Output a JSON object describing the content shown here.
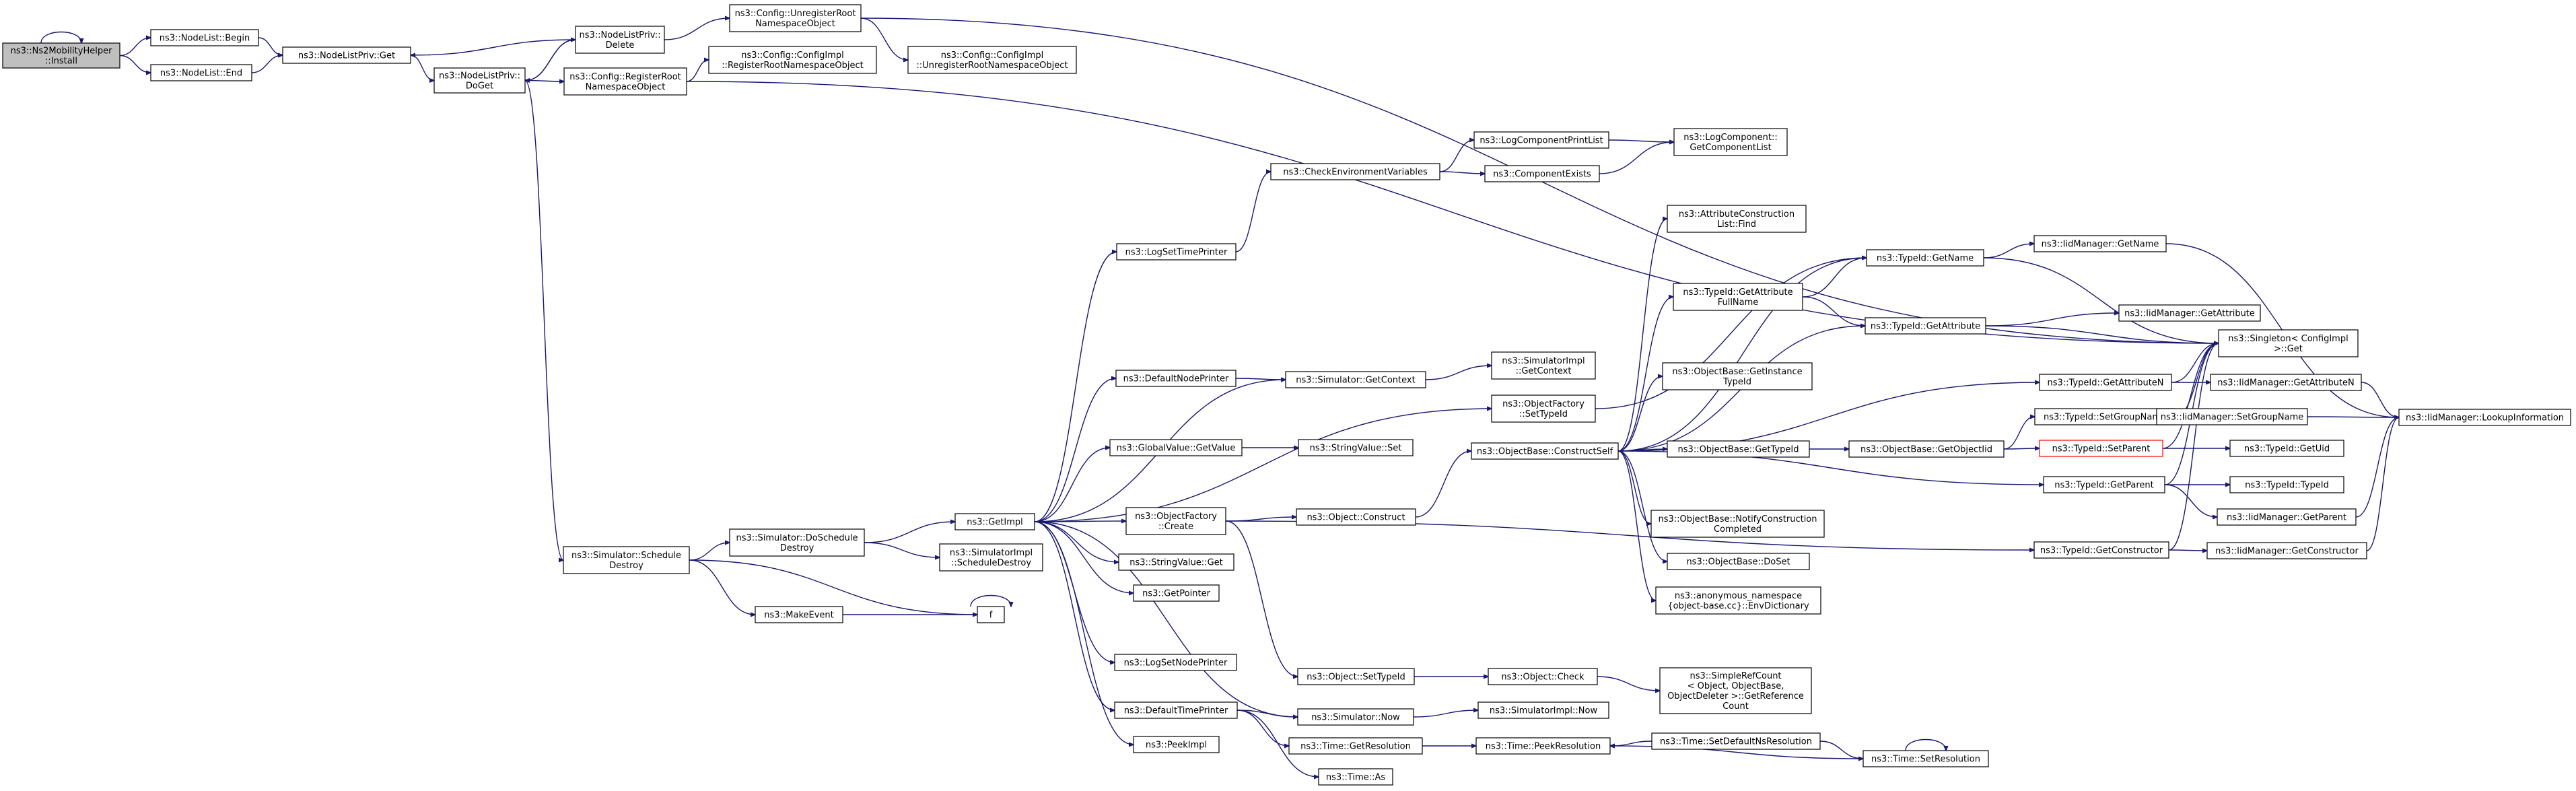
{
  "diagram": {
    "edge_color": "#191970",
    "root_fill": "#bfbfbf",
    "nodes": [
      {
        "id": "install",
        "lines": [
          "ns3::Ns2MobilityHelper",
          "::Install"
        ],
        "root": true
      },
      {
        "id": "nl_begin",
        "lines": [
          "ns3::NodeList::Begin"
        ]
      },
      {
        "id": "nl_end",
        "lines": [
          "ns3::NodeList::End"
        ]
      },
      {
        "id": "nlp_get",
        "lines": [
          "ns3::NodeListPriv::Get"
        ]
      },
      {
        "id": "nlp_delete",
        "lines": [
          "ns3::NodeListPriv::",
          "Delete"
        ]
      },
      {
        "id": "nlp_doget",
        "lines": [
          "ns3::NodeListPriv::",
          "DoGet"
        ]
      },
      {
        "id": "cfg_unreg",
        "lines": [
          "ns3::Config::UnregisterRoot",
          "NamespaceObject"
        ]
      },
      {
        "id": "cfgimpl_unreg",
        "lines": [
          "ns3::Config::ConfigImpl",
          "::UnregisterRootNamespaceObject"
        ]
      },
      {
        "id": "cfg_reg",
        "lines": [
          "ns3::Config::RegisterRoot",
          "NamespaceObject"
        ]
      },
      {
        "id": "cfgimpl_reg",
        "lines": [
          "ns3::Config::ConfigImpl",
          "::RegisterRootNamespaceObject"
        ]
      },
      {
        "id": "sim_schedule_destroy",
        "lines": [
          "ns3::Simulator::Schedule",
          "Destroy"
        ]
      },
      {
        "id": "sim_doschedule_destroy",
        "lines": [
          "ns3::Simulator::DoSchedule",
          "Destroy"
        ]
      },
      {
        "id": "simimpl_schedule_destroy",
        "lines": [
          "ns3::SimulatorImpl",
          "::ScheduleDestroy"
        ]
      },
      {
        "id": "make_event",
        "lines": [
          "ns3::MakeEvent"
        ]
      },
      {
        "id": "f",
        "lines": [
          "f"
        ]
      },
      {
        "id": "get_impl",
        "lines": [
          "ns3::GetImpl"
        ]
      },
      {
        "id": "log_set_time_printer",
        "lines": [
          "ns3::LogSetTimePrinter"
        ]
      },
      {
        "id": "check_env",
        "lines": [
          "ns3::CheckEnvironmentVariables"
        ]
      },
      {
        "id": "log_comp_print_list",
        "lines": [
          "ns3::LogComponentPrintList"
        ]
      },
      {
        "id": "comp_exists",
        "lines": [
          "ns3::ComponentExists"
        ]
      },
      {
        "id": "log_get_comp_list",
        "lines": [
          "ns3::LogComponent::",
          "GetComponentList"
        ]
      },
      {
        "id": "default_node_printer",
        "lines": [
          "ns3::DefaultNodePrinter"
        ]
      },
      {
        "id": "sim_get_context",
        "lines": [
          "ns3::Simulator::GetContext"
        ]
      },
      {
        "id": "simimpl_get_context",
        "lines": [
          "ns3::SimulatorImpl",
          "::GetContext"
        ]
      },
      {
        "id": "global_value_get",
        "lines": [
          "ns3::GlobalValue::GetValue"
        ]
      },
      {
        "id": "string_value_set",
        "lines": [
          "ns3::StringValue::Set"
        ]
      },
      {
        "id": "obj_factory_create",
        "lines": [
          "ns3::ObjectFactory",
          "::Create"
        ]
      },
      {
        "id": "obj_factory_settypeid",
        "lines": [
          "ns3::ObjectFactory",
          "::SetTypeId"
        ]
      },
      {
        "id": "object_construct",
        "lines": [
          "ns3::Object::Construct"
        ]
      },
      {
        "id": "string_value_get",
        "lines": [
          "ns3::StringValue::Get"
        ]
      },
      {
        "id": "get_pointer",
        "lines": [
          "ns3::GetPointer"
        ]
      },
      {
        "id": "log_set_node_printer",
        "lines": [
          "ns3::LogSetNodePrinter"
        ]
      },
      {
        "id": "object_settypeid",
        "lines": [
          "ns3::Object::SetTypeId"
        ]
      },
      {
        "id": "object_check",
        "lines": [
          "ns3::Object::Check"
        ]
      },
      {
        "id": "simple_ref_count",
        "lines": [
          "ns3::SimpleRefCount",
          "< Object, ObjectBase,",
          "ObjectDeleter >::GetReference",
          "Count"
        ]
      },
      {
        "id": "default_time_printer",
        "lines": [
          "ns3::DefaultTimePrinter"
        ]
      },
      {
        "id": "sim_now",
        "lines": [
          "ns3::Simulator::Now"
        ]
      },
      {
        "id": "simimpl_now",
        "lines": [
          "ns3::SimulatorImpl::Now"
        ]
      },
      {
        "id": "peek_impl",
        "lines": [
          "ns3::PeekImpl"
        ]
      },
      {
        "id": "time_get_resolution",
        "lines": [
          "ns3::Time::GetResolution"
        ]
      },
      {
        "id": "time_peek_resolution",
        "lines": [
          "ns3::Time::PeekResolution"
        ]
      },
      {
        "id": "time_set_default_ns",
        "lines": [
          "ns3::Time::SetDefaultNsResolution"
        ]
      },
      {
        "id": "time_set_resolution",
        "lines": [
          "ns3::Time::SetResolution"
        ]
      },
      {
        "id": "time_as",
        "lines": [
          "ns3::Time::As"
        ]
      },
      {
        "id": "ob_construct_self",
        "lines": [
          "ns3::ObjectBase::ConstructSelf"
        ]
      },
      {
        "id": "attr_construction_find",
        "lines": [
          "ns3::AttributeConstruction",
          "List::Find"
        ]
      },
      {
        "id": "typeid_getname",
        "lines": [
          "ns3::TypeId::GetName"
        ]
      },
      {
        "id": "typeid_getattr_fullname",
        "lines": [
          "ns3::TypeId::GetAttribute",
          "FullName"
        ]
      },
      {
        "id": "typeid_getattribute",
        "lines": [
          "ns3::TypeId::GetAttribute"
        ]
      },
      {
        "id": "ob_get_instance_typeid",
        "lines": [
          "ns3::ObjectBase::GetInstance",
          "TypeId"
        ]
      },
      {
        "id": "ob_gettypeid",
        "lines": [
          "ns3::ObjectBase::GetTypeId"
        ]
      },
      {
        "id": "ob_getobjectiid",
        "lines": [
          "ns3::ObjectBase::GetObjectIid"
        ]
      },
      {
        "id": "ob_notify_construction",
        "lines": [
          "ns3::ObjectBase::NotifyConstruction",
          "Completed"
        ]
      },
      {
        "id": "ob_doset",
        "lines": [
          "ns3::ObjectBase::DoSet"
        ]
      },
      {
        "id": "anon_env_dict",
        "lines": [
          "ns3::anonymous_namespace",
          "{object-base.cc}::EnvDictionary"
        ]
      },
      {
        "id": "iid_getname",
        "lines": [
          "ns3::IidManager::GetName"
        ]
      },
      {
        "id": "iid_getattribute",
        "lines": [
          "ns3::IidManager::GetAttribute"
        ]
      },
      {
        "id": "singleton_get",
        "lines": [
          "ns3::Singleton< ConfigImpl",
          " >::Get"
        ]
      },
      {
        "id": "typeid_getattributen",
        "lines": [
          "ns3::TypeId::GetAttributeN"
        ]
      },
      {
        "id": "iid_getattributen",
        "lines": [
          "ns3::IidManager::GetAttributeN"
        ]
      },
      {
        "id": "typeid_setgroupname",
        "lines": [
          "ns3::TypeId::SetGroupName"
        ]
      },
      {
        "id": "iid_setgroupname",
        "lines": [
          "ns3::IidManager::SetGroupName"
        ]
      },
      {
        "id": "typeid_setparent",
        "lines": [
          "ns3::TypeId::SetParent"
        ],
        "red": true
      },
      {
        "id": "typeid_getuid",
        "lines": [
          "ns3::TypeId::GetUid"
        ]
      },
      {
        "id": "typeid_getparent",
        "lines": [
          "ns3::TypeId::GetParent"
        ]
      },
      {
        "id": "typeid_typeid",
        "lines": [
          "ns3::TypeId::TypeId"
        ]
      },
      {
        "id": "iid_getparent",
        "lines": [
          "ns3::IidManager::GetParent"
        ]
      },
      {
        "id": "typeid_getconstructor",
        "lines": [
          "ns3::TypeId::GetConstructor"
        ]
      },
      {
        "id": "iid_getconstructor",
        "lines": [
          "ns3::IidManager::GetConstructor"
        ]
      },
      {
        "id": "iid_lookup",
        "lines": [
          "ns3::IidManager::LookupInformation"
        ]
      }
    ],
    "edges": [
      [
        "install",
        "install"
      ],
      [
        "install",
        "nl_begin"
      ],
      [
        "install",
        "nl_end"
      ],
      [
        "nl_begin",
        "nlp_get"
      ],
      [
        "nl_end",
        "nlp_get"
      ],
      [
        "nlp_get",
        "nlp_doget"
      ],
      [
        "nlp_doget",
        "nlp_delete"
      ],
      [
        "nlp_delete",
        "nlp_get"
      ],
      [
        "nlp_delete",
        "nlp_doget"
      ],
      [
        "nlp_delete",
        "cfg_unreg"
      ],
      [
        "cfg_unreg",
        "cfgimpl_unreg"
      ],
      [
        "cfg_unreg",
        "singleton_get"
      ],
      [
        "nlp_doget",
        "cfg_reg"
      ],
      [
        "cfg_reg",
        "cfgimpl_reg"
      ],
      [
        "cfg_reg",
        "singleton_get"
      ],
      [
        "nlp_doget",
        "sim_schedule_destroy"
      ],
      [
        "sim_schedule_destroy",
        "sim_doschedule_destroy"
      ],
      [
        "sim_schedule_destroy",
        "make_event"
      ],
      [
        "sim_schedule_destroy",
        "f"
      ],
      [
        "make_event",
        "f"
      ],
      [
        "f",
        "f"
      ],
      [
        "sim_doschedule_destroy",
        "get_impl"
      ],
      [
        "sim_doschedule_destroy",
        "simimpl_schedule_destroy"
      ],
      [
        "get_impl",
        "log_set_time_printer"
      ],
      [
        "log_set_time_printer",
        "check_env"
      ],
      [
        "check_env",
        "log_comp_print_list"
      ],
      [
        "check_env",
        "comp_exists"
      ],
      [
        "log_comp_print_list",
        "log_get_comp_list"
      ],
      [
        "comp_exists",
        "log_get_comp_list"
      ],
      [
        "get_impl",
        "default_node_printer"
      ],
      [
        "default_node_printer",
        "sim_get_context"
      ],
      [
        "get_impl",
        "sim_get_context"
      ],
      [
        "sim_get_context",
        "simimpl_get_context"
      ],
      [
        "get_impl",
        "global_value_get"
      ],
      [
        "global_value_get",
        "string_value_set"
      ],
      [
        "get_impl",
        "obj_factory_settypeid"
      ],
      [
        "get_impl",
        "obj_factory_create"
      ],
      [
        "obj_factory_create",
        "object_construct"
      ],
      [
        "obj_factory_create",
        "object_settypeid"
      ],
      [
        "obj_factory_create",
        "typeid_getconstructor"
      ],
      [
        "get_impl",
        "string_value_get"
      ],
      [
        "get_impl",
        "get_pointer"
      ],
      [
        "get_impl",
        "log_set_node_printer"
      ],
      [
        "get_impl",
        "default_time_printer"
      ],
      [
        "get_impl",
        "sim_now"
      ],
      [
        "get_impl",
        "peek_impl"
      ],
      [
        "object_settypeid",
        "object_check"
      ],
      [
        "object_check",
        "simple_ref_count"
      ],
      [
        "default_time_printer",
        "sim_now"
      ],
      [
        "default_time_printer",
        "time_get_resolution"
      ],
      [
        "default_time_printer",
        "time_as"
      ],
      [
        "sim_now",
        "simimpl_now"
      ],
      [
        "time_get_resolution",
        "time_peek_resolution"
      ],
      [
        "time_set_default_ns",
        "time_peek_resolution"
      ],
      [
        "time_set_default_ns",
        "time_set_resolution"
      ],
      [
        "time_set_resolution",
        "time_peek_resolution"
      ],
      [
        "time_set_resolution",
        "time_set_resolution"
      ],
      [
        "object_construct",
        "ob_construct_self"
      ],
      [
        "obj_factory_settypeid",
        "typeid_getname"
      ],
      [
        "ob_construct_self",
        "attr_construction_find"
      ],
      [
        "ob_construct_self",
        "typeid_getname"
      ],
      [
        "ob_construct_self",
        "typeid_getattr_fullname"
      ],
      [
        "ob_construct_self",
        "typeid_getattribute"
      ],
      [
        "ob_construct_self",
        "ob_get_instance_typeid"
      ],
      [
        "ob_construct_self",
        "ob_gettypeid"
      ],
      [
        "ob_construct_self",
        "ob_notify_construction"
      ],
      [
        "ob_construct_self",
        "ob_doset"
      ],
      [
        "ob_construct_self",
        "anon_env_dict"
      ],
      [
        "ob_construct_self",
        "typeid_getattributen"
      ],
      [
        "ob_construct_self",
        "typeid_getparent"
      ],
      [
        "typeid_getattr_fullname",
        "typeid_getname"
      ],
      [
        "typeid_getattr_fullname",
        "typeid_getattribute"
      ],
      [
        "typeid_getname",
        "iid_getname"
      ],
      [
        "typeid_getname",
        "singleton_get"
      ],
      [
        "typeid_getattribute",
        "iid_getattribute"
      ],
      [
        "typeid_getattribute",
        "singleton_get"
      ],
      [
        "iid_getname",
        "iid_lookup"
      ],
      [
        "ob_gettypeid",
        "ob_getobjectiid"
      ],
      [
        "ob_getobjectiid",
        "typeid_setgroupname"
      ],
      [
        "ob_getobjectiid",
        "typeid_setparent"
      ],
      [
        "typeid_getattributen",
        "iid_getattributen"
      ],
      [
        "typeid_getattributen",
        "singleton_get"
      ],
      [
        "iid_getattributen",
        "iid_lookup"
      ],
      [
        "typeid_setgroupname",
        "iid_setgroupname"
      ],
      [
        "typeid_setgroupname",
        "singleton_get"
      ],
      [
        "iid_setgroupname",
        "iid_lookup"
      ],
      [
        "typeid_setparent",
        "typeid_getuid"
      ],
      [
        "typeid_setparent",
        "singleton_get"
      ],
      [
        "typeid_getparent",
        "typeid_typeid"
      ],
      [
        "typeid_getparent",
        "iid_getparent"
      ],
      [
        "typeid_getparent",
        "singleton_get"
      ],
      [
        "iid_getparent",
        "iid_lookup"
      ],
      [
        "typeid_getconstructor",
        "iid_getconstructor"
      ],
      [
        "typeid_getconstructor",
        "singleton_get"
      ],
      [
        "iid_getconstructor",
        "iid_lookup"
      ]
    ]
  }
}
